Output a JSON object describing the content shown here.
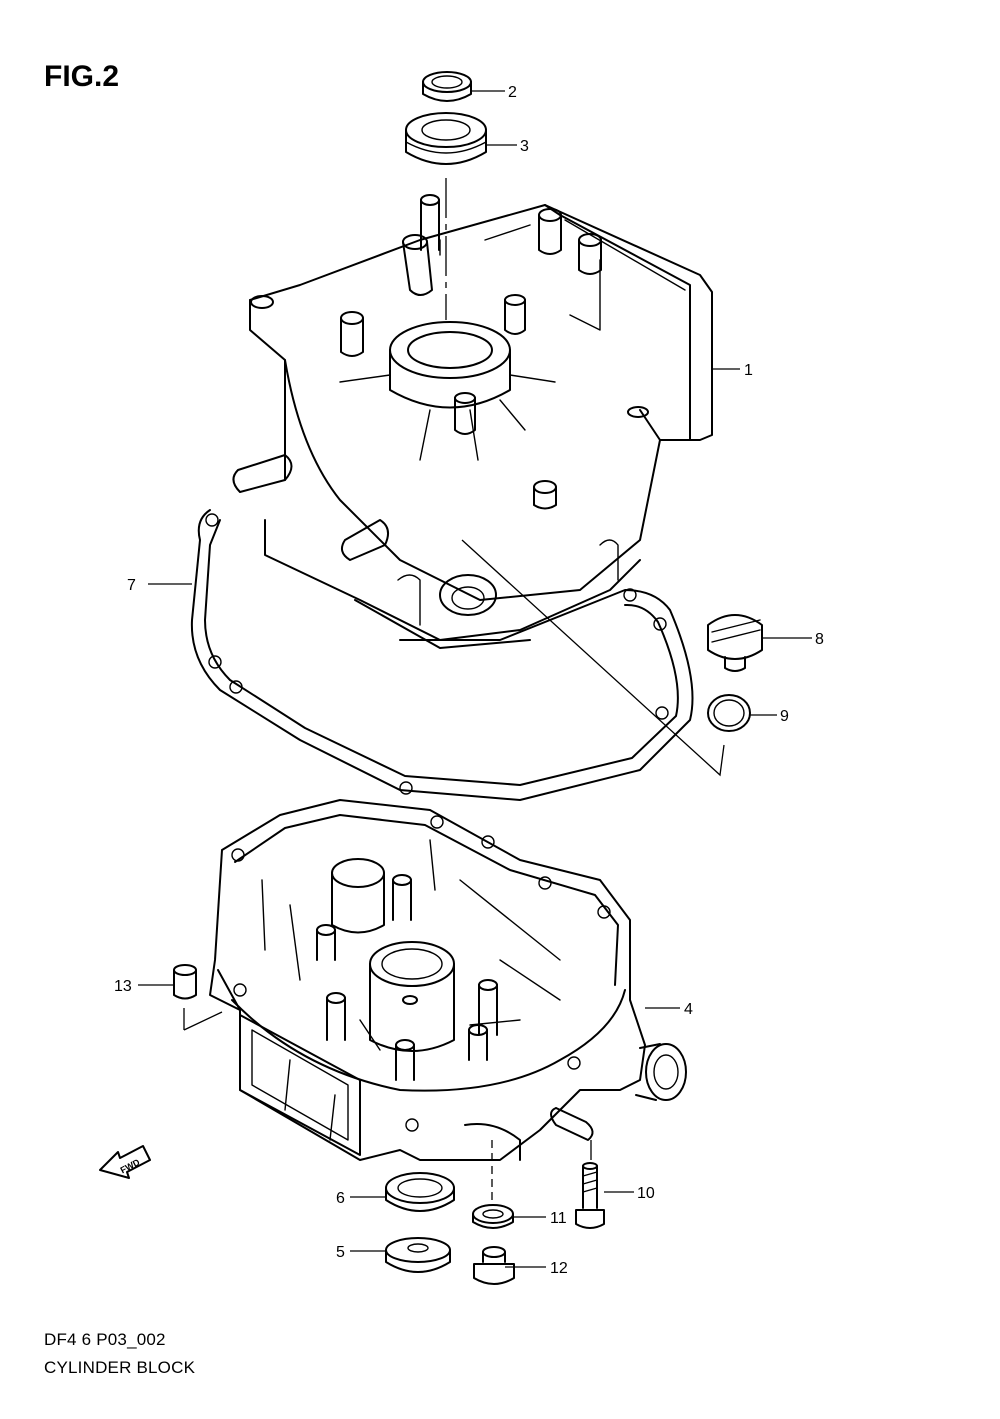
{
  "figure": {
    "title": "FIG.2"
  },
  "footer": {
    "code": "DF4 6 P03_002",
    "name": "CYLINDER BLOCK"
  },
  "fwd_label": "FWD",
  "callouts": [
    {
      "id": "1",
      "label": "1"
    },
    {
      "id": "2",
      "label": "2"
    },
    {
      "id": "3",
      "label": "3"
    },
    {
      "id": "4",
      "label": "4"
    },
    {
      "id": "5",
      "label": "5"
    },
    {
      "id": "6",
      "label": "6"
    },
    {
      "id": "7",
      "label": "7"
    },
    {
      "id": "8",
      "label": "8"
    },
    {
      "id": "9",
      "label": "9"
    },
    {
      "id": "10",
      "label": "10"
    },
    {
      "id": "11",
      "label": "11"
    },
    {
      "id": "12",
      "label": "12"
    },
    {
      "id": "13",
      "label": "13"
    }
  ]
}
